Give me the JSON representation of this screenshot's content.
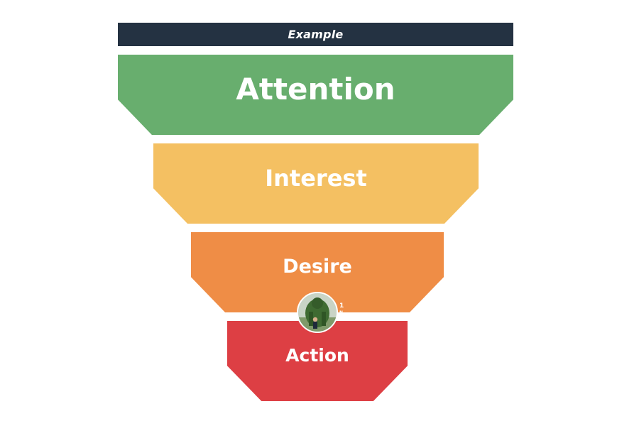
{
  "banner": {
    "label": "Example",
    "color": "#243242"
  },
  "funnel": {
    "stages": [
      {
        "label": "Attention",
        "color": "#68ae6e"
      },
      {
        "label": "Interest",
        "color": "#f4c062"
      },
      {
        "label": "Desire",
        "color": "#ef8d46"
      },
      {
        "label": "Action",
        "color": "#dd3f44"
      }
    ]
  },
  "avatar": {
    "icon": "user-avatar-icon",
    "overlay_text": "1",
    "overlay_subtext": "N"
  }
}
